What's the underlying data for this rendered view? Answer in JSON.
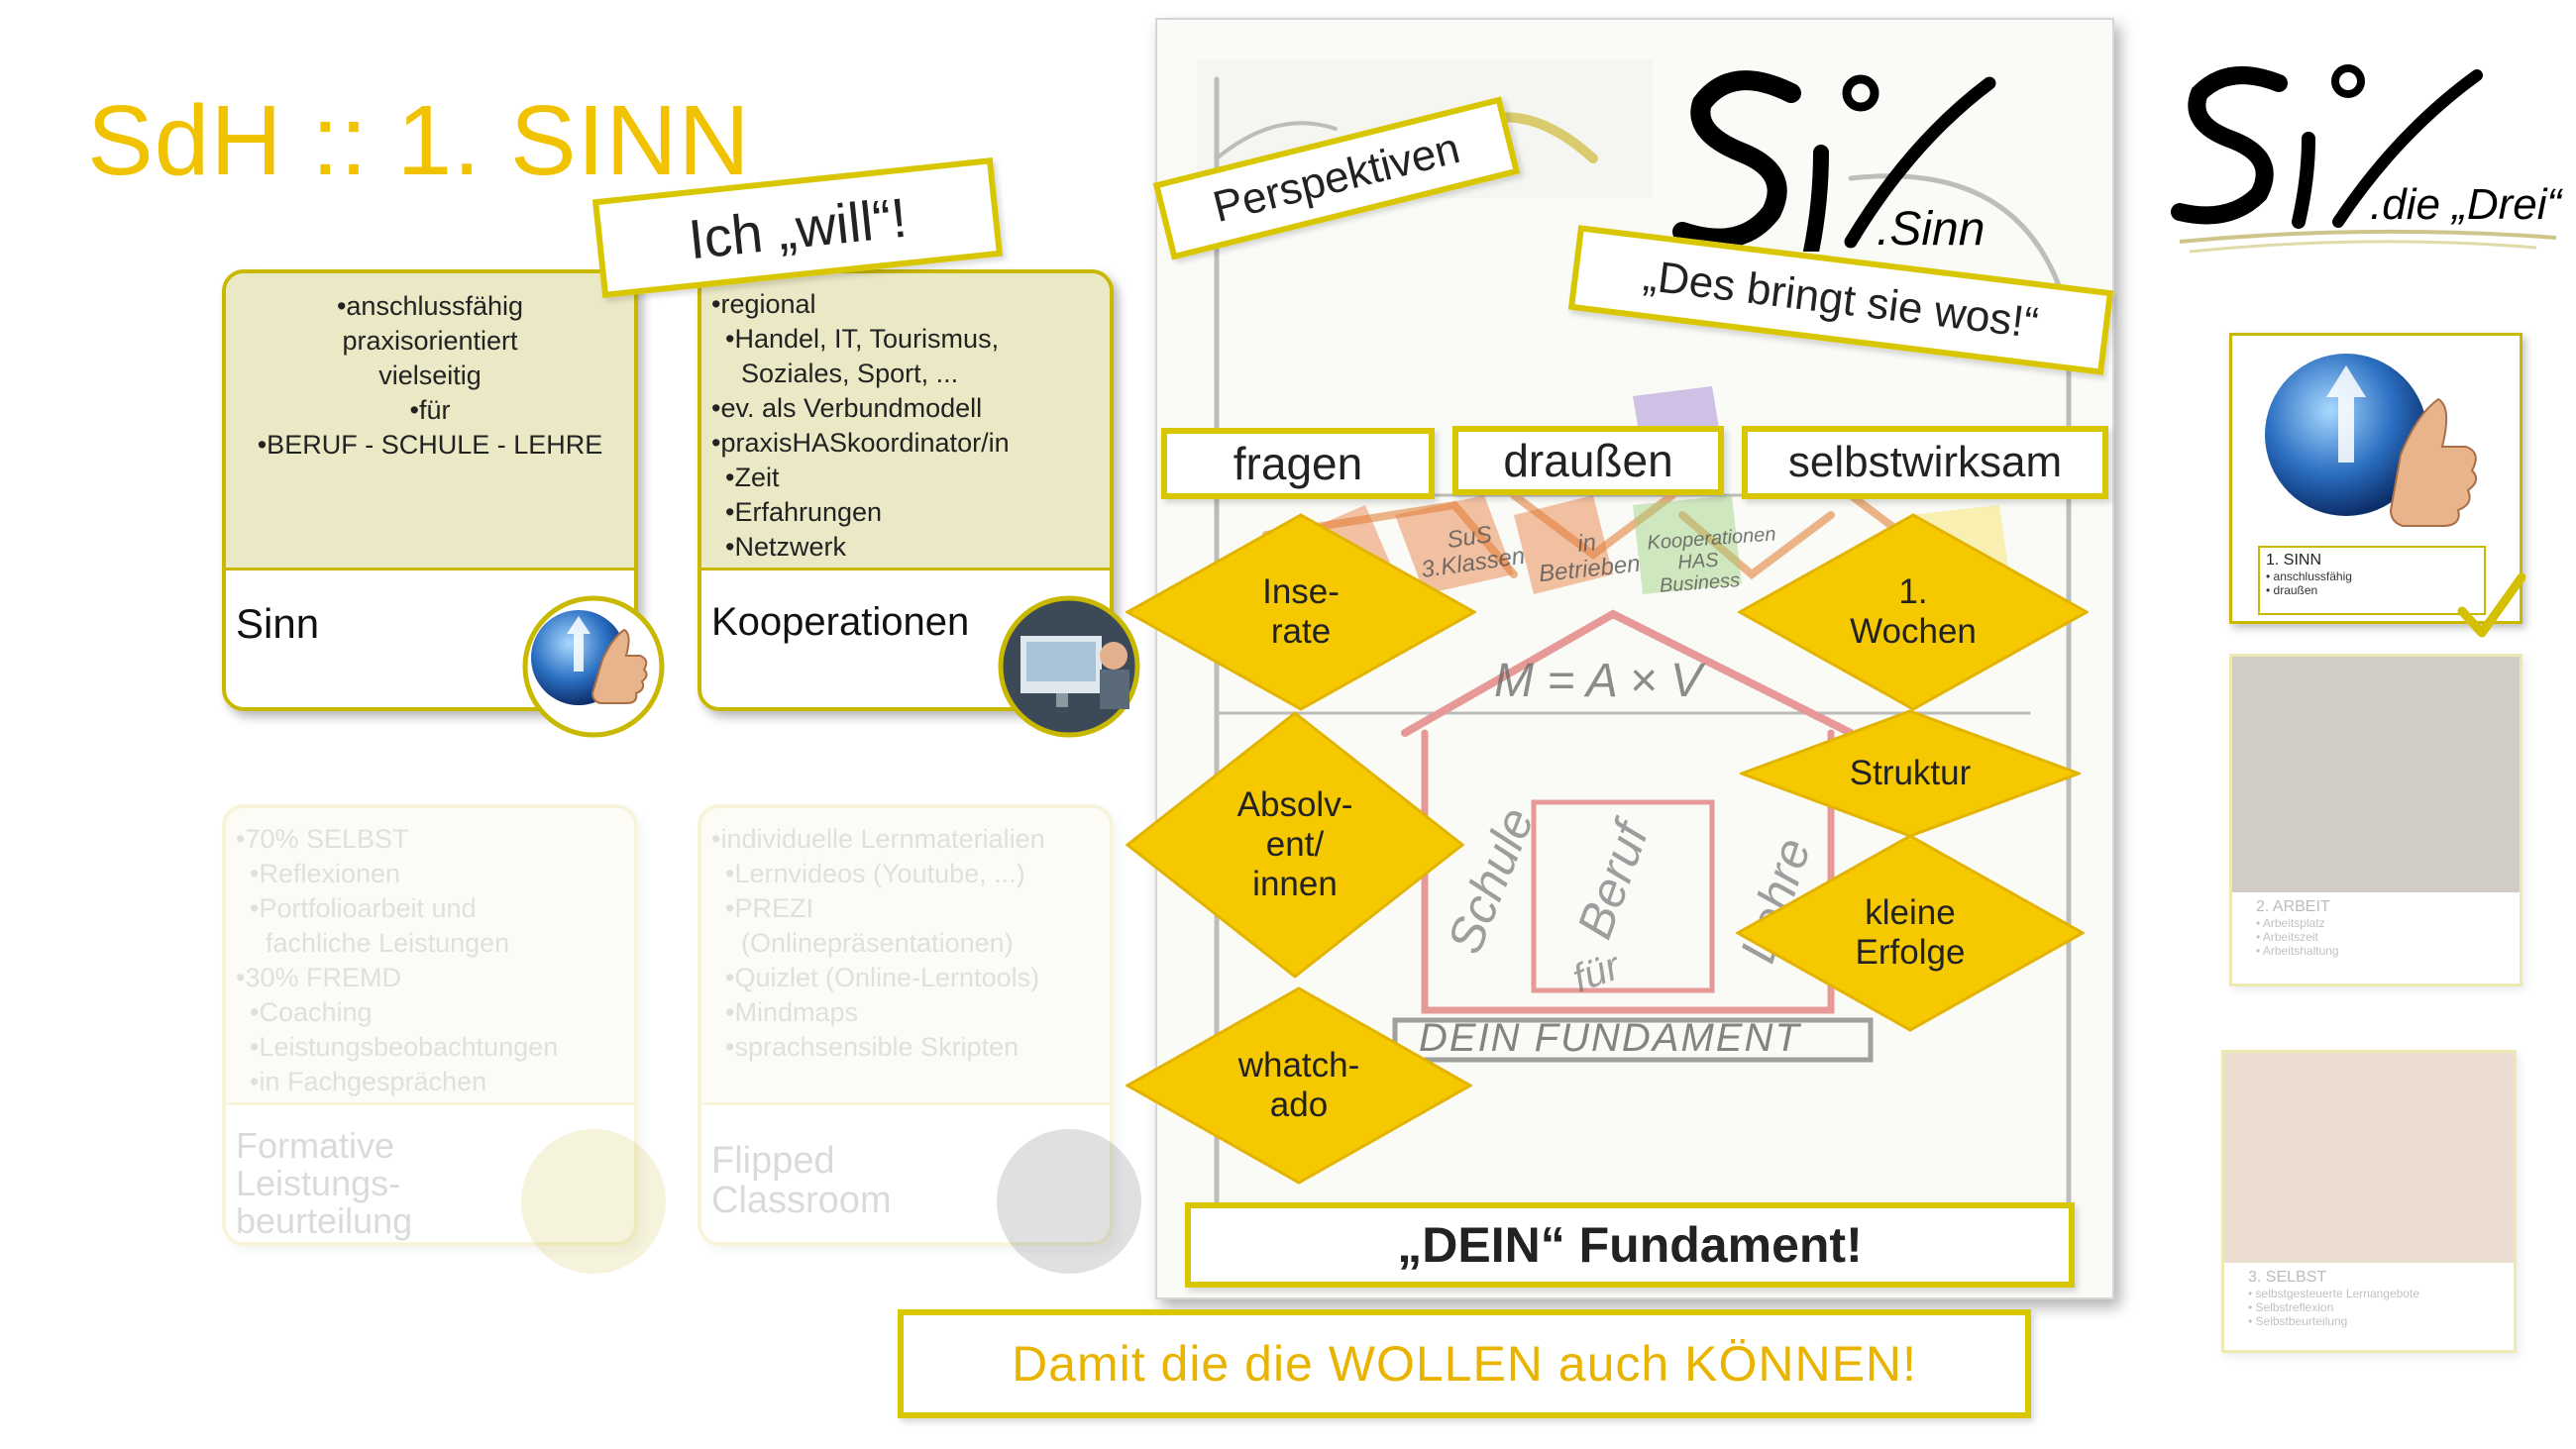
{
  "slide_title": "SdH :: 1. SINN",
  "callouts": {
    "ich_will": "Ich „will“!",
    "perspektiven": "Perspektiven",
    "des_bringt": "„Des bringt sie wos!“"
  },
  "card_sinn": {
    "lines": [
      "•anschlussfähig",
      "praxisorientiert",
      "vielseitig",
      "•für",
      "•BERUF - SCHULE - LEHRE"
    ],
    "label": "Sinn"
  },
  "card_kooperationen": {
    "lines": [
      "•regional",
      "•Handel, IT, Tourismus,",
      "Soziales, Sport, ...",
      "•ev. als Verbundmodell",
      "•praxisHASkoordinator/in",
      "•Zeit",
      "•Erfahrungen",
      "•Netzwerk"
    ],
    "label": "Kooperationen"
  },
  "card_formative": {
    "lines": [
      "•70% SELBST",
      "•Reflexionen",
      "•Portfolioarbeit und",
      "fachliche Leistungen",
      "•30% FREMD",
      "•Coaching",
      "•Leistungsbeobachtungen",
      "•in Fachgesprächen"
    ],
    "label_1": "Formative",
    "label_2": "Leistungs-",
    "label_3": "beurteilung"
  },
  "card_flipped": {
    "lines": [
      "•individuelle Lernmaterialien",
      "•Lernvideos (Youtube, ...)",
      "•PREZI",
      "(Onlinepräsentationen)",
      "•Quizlet (Online-Lerntools)",
      "•Mindmaps",
      "•sprachsensible Skripten"
    ],
    "label_1": "Flipped",
    "label_2": "Classroom"
  },
  "headers": {
    "fragen": "fragen",
    "draussen": "draußen",
    "selbstwirksam": "selbstwirksam"
  },
  "diamonds": {
    "inserate_1": "Inse-",
    "inserate_2": "rate",
    "absolv_1": "Absolv-",
    "absolv_2": "ent/",
    "absolv_3": "innen",
    "whatchado_1": "whatch-",
    "whatchado_2": "ado",
    "wochen_1": "1.",
    "wochen_2": "Wochen",
    "struktur": "Struktur",
    "erfolge_1": "kleine",
    "erfolge_2": "Erfolge"
  },
  "poster": {
    "house_formula": "M = A × V",
    "sticky_1": "SuS 3.Klassen",
    "sticky_2": "in Betrieben",
    "sticky_3": "Kooperationen HAS Business",
    "wall_1": "Schule",
    "wall_2": "für",
    "wall_3": "Beruf",
    "wall_4": "Lehre",
    "fundament_sketch": "DEIN FUNDAMENT",
    "fundament_box": "„DEIN“ Fundament!"
  },
  "bottom_banner": "Damit die die WOLLEN auch KÖNNEN!",
  "logos": {
    "main_sub": ".Sinn",
    "side_sub": ".die „Drei“"
  },
  "sidebar": {
    "items": [
      {
        "title": "1. SINN",
        "bullets": [
          "• anschlussfähig",
          "• draußen"
        ]
      },
      {
        "title": "2. ARBEIT",
        "bullets": [
          "• Arbeitsplatz",
          "• Arbeitszeit",
          "• Arbeitshaltung"
        ]
      },
      {
        "title": "3. SELBST",
        "bullets": [
          "• selbstgesteuerte Lernangebote",
          "• Selbstreflexion",
          "• Selbstbeurteilung"
        ]
      }
    ]
  },
  "colors": {
    "accent": "#f0c200",
    "border": "#c9b800",
    "diamond": "#f5c800",
    "card_bg": "#ebe8c6"
  }
}
